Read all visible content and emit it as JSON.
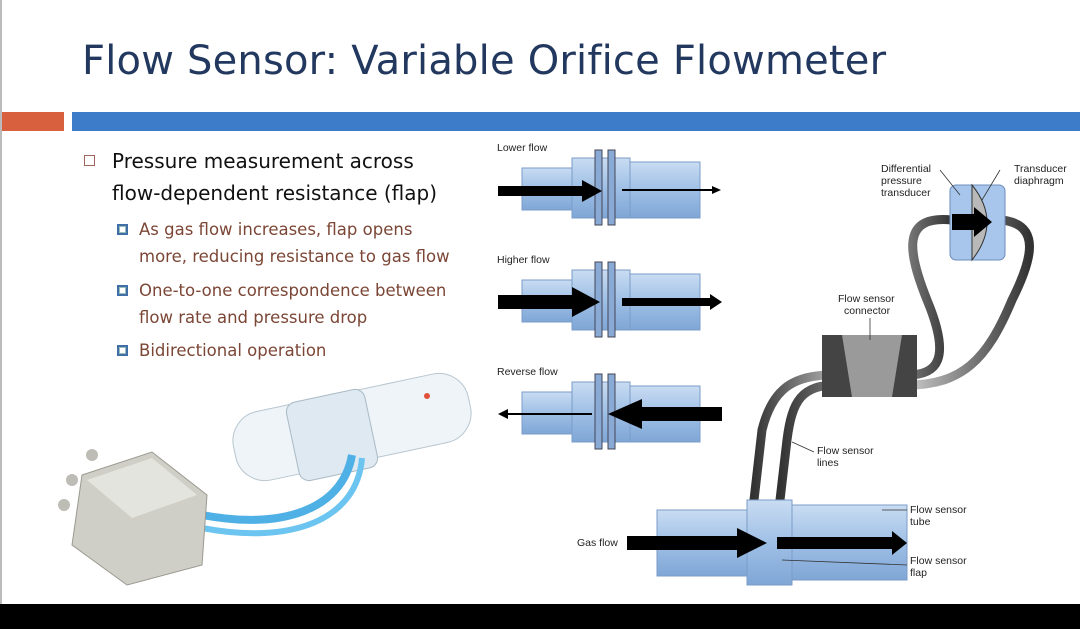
{
  "title": "Flow Sensor: Variable Orifice Flowmeter",
  "bullets": {
    "main": [
      "Pressure measurement across",
      "flow-dependent resistance (flap)"
    ],
    "sub": [
      [
        "As gas flow increases, flap opens",
        "more, reducing resistance to gas flow"
      ],
      [
        "One-to-one correspondence between",
        "flow rate and pressure drop"
      ],
      [
        "Bidirectional operation"
      ]
    ]
  },
  "diagram": {
    "panels": [
      "Lower flow",
      "Higher flow",
      "Reverse flow"
    ],
    "labels": {
      "diff_pressure": [
        "Differential",
        "pressure",
        "transducer"
      ],
      "diaphragm": [
        "Transducer",
        "diaphragm"
      ],
      "connector": [
        "Flow sensor",
        "connector"
      ],
      "lines": [
        "Flow sensor",
        "lines"
      ],
      "tube": [
        "Flow sensor",
        "tube"
      ],
      "flap": [
        "Flow sensor",
        "flap"
      ],
      "gas_flow": "Gas flow"
    }
  }
}
